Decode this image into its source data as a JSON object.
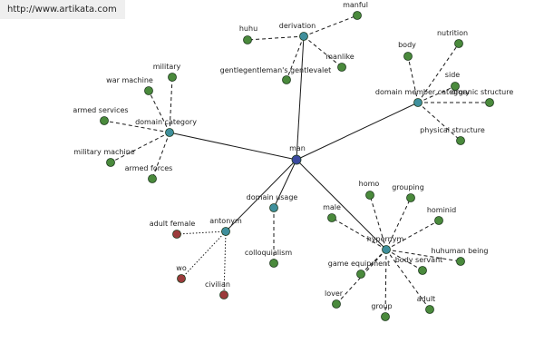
{
  "url": "http://www.artikata.com",
  "colors": {
    "center": "#3b4aa0",
    "category": "#3f8f9c",
    "leaf": "#4a8a3c",
    "antonym_leaf": "#9b3b3b",
    "edge": "#1a1a1a"
  },
  "center": {
    "id": "man",
    "label": "man"
  },
  "categories": [
    {
      "id": "derivation",
      "label": "derivation"
    },
    {
      "id": "domain_member_category",
      "label": "domain member category"
    },
    {
      "id": "domain_category",
      "label": "domain category"
    },
    {
      "id": "domain_usage",
      "label": "domain usage"
    },
    {
      "id": "antonym",
      "label": "antonym"
    },
    {
      "id": "hypernym",
      "label": "hypernym"
    }
  ],
  "leaves": [
    {
      "id": "manful",
      "label": "manful",
      "parent": "derivation"
    },
    {
      "id": "huhu",
      "label": "huhu",
      "parent": "derivation"
    },
    {
      "id": "manlike",
      "label": "manlike",
      "parent": "derivation"
    },
    {
      "id": "gentlegentleman",
      "label": "gentlegentleman's gentlevalet",
      "parent": "derivation"
    },
    {
      "id": "body",
      "label": "body",
      "parent": "domain_member_category"
    },
    {
      "id": "nutrition",
      "label": "nutrition",
      "parent": "domain_member_category"
    },
    {
      "id": "side",
      "label": "side",
      "parent": "domain_member_category"
    },
    {
      "id": "organic_structure",
      "label": "organic structure",
      "parent": "domain_member_category"
    },
    {
      "id": "physical_structure",
      "label": "physical structure",
      "parent": "domain_member_category"
    },
    {
      "id": "military",
      "label": "military",
      "parent": "domain_category"
    },
    {
      "id": "war_machine",
      "label": "war machine",
      "parent": "domain_category"
    },
    {
      "id": "armed_services",
      "label": "armed services",
      "parent": "domain_category"
    },
    {
      "id": "military_machine",
      "label": "military machine",
      "parent": "domain_category"
    },
    {
      "id": "armed_forces",
      "label": "armed forces",
      "parent": "domain_category"
    },
    {
      "id": "colloquialism",
      "label": "colloquialism",
      "parent": "domain_usage"
    },
    {
      "id": "adult_female",
      "label": "adult female",
      "parent": "antonym"
    },
    {
      "id": "wo",
      "label": "wo",
      "parent": "antonym"
    },
    {
      "id": "civilian",
      "label": "civilian",
      "parent": "antonym"
    },
    {
      "id": "homo",
      "label": "homo",
      "parent": "hypernym"
    },
    {
      "id": "grouping",
      "label": "grouping",
      "parent": "hypernym"
    },
    {
      "id": "hominid",
      "label": "hominid",
      "parent": "hypernym"
    },
    {
      "id": "male",
      "label": "male",
      "parent": "hypernym"
    },
    {
      "id": "huhuman_being",
      "label": "huhuman being",
      "parent": "hypernym"
    },
    {
      "id": "body_servant",
      "label": "body servant",
      "parent": "hypernym"
    },
    {
      "id": "game_equipment",
      "label": "game equipment",
      "parent": "hypernym"
    },
    {
      "id": "lover",
      "label": "lover",
      "parent": "hypernym"
    },
    {
      "id": "group",
      "label": "group",
      "parent": "hypernym"
    },
    {
      "id": "adult",
      "label": "adult",
      "parent": "hypernym"
    }
  ]
}
